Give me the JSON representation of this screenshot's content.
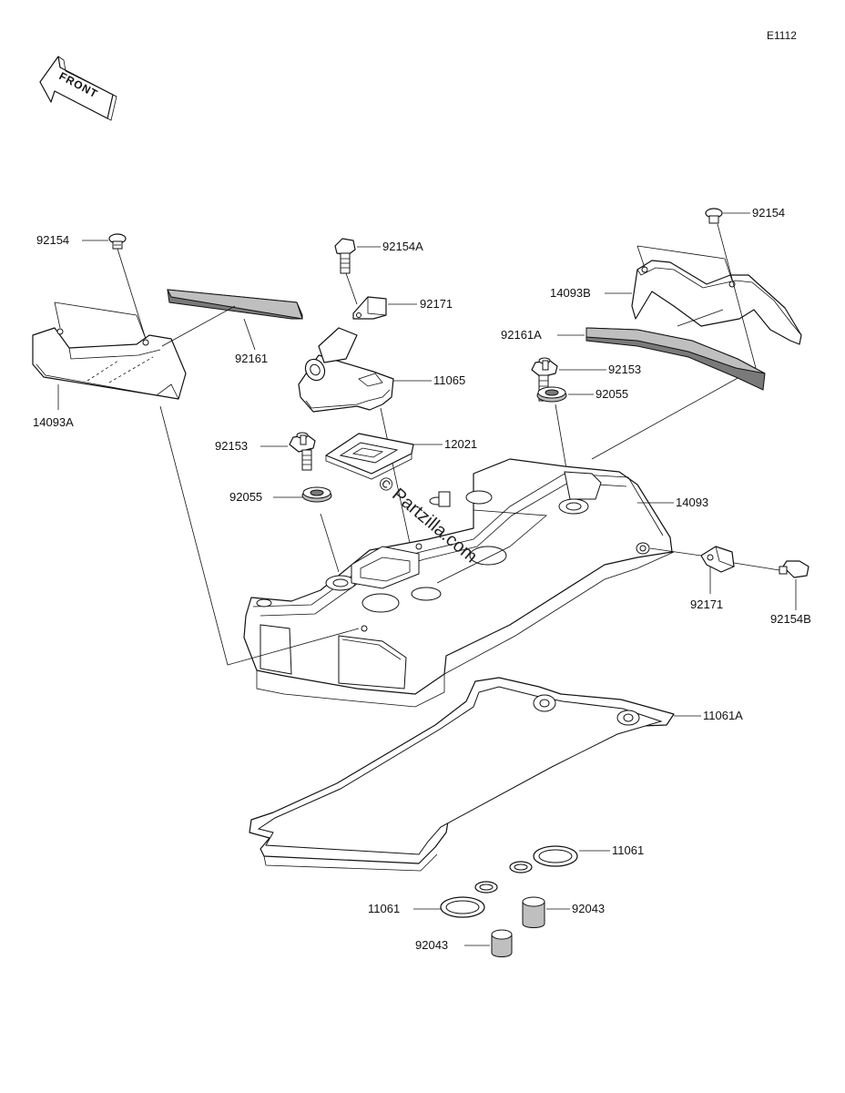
{
  "diagram_code": "E1112",
  "front_label": "FRONT",
  "watermark": "© Partzilla.com",
  "labels": {
    "p92154_left": "92154",
    "p14093A": "14093A",
    "p92161": "92161",
    "p92154A": "92154A",
    "p92171_top": "92171",
    "p11065": "11065",
    "p92153_left": "92153",
    "p12021": "12021",
    "p92055_left": "92055",
    "p92154_right": "92154",
    "p14093B": "14093B",
    "p92161A": "92161A",
    "p92153_right": "92153",
    "p92055_right": "92055",
    "p14093": "14093",
    "p92171_right": "92171",
    "p92154B": "92154B",
    "p11061A": "11061A",
    "p11061_right": "11061",
    "p11061_left": "11061",
    "p92043_right": "92043",
    "p92043_left": "92043"
  }
}
